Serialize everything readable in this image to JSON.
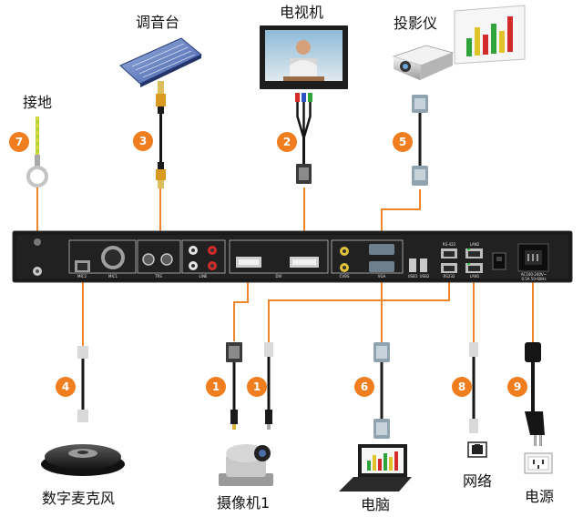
{
  "labels": {
    "mixer": "调音台",
    "tv": "电视机",
    "projector": "投影仪",
    "ground": "接地",
    "mic": "数字麦克风",
    "camera": "摄像机1",
    "pc": "电脑",
    "network": "网络",
    "power": "电源"
  },
  "badges": [
    "7",
    "3",
    "2",
    "5",
    "4",
    "1",
    "1",
    "6",
    "8",
    "9"
  ],
  "ports": {
    "mic2": "MIC2",
    "mic1": "MIC1",
    "trs": "TRS",
    "line": "LINE",
    "dvi": "DVI",
    "cvbs": "CVBS",
    "vga": "VGA",
    "usb1": "USB1",
    "usb2": "USB2",
    "rs422": "RS-422",
    "rs232": "RS232",
    "lan1": "LAN1",
    "lan2": "LAN2",
    "ac": "AC100-240V~",
    "ac2": "0.5A 50-60Hz"
  },
  "colors": {
    "wire": "#f0862a",
    "badge": "#f07d1e",
    "device_panel": "#1c1c1c",
    "frame": "#2a2a2a"
  }
}
